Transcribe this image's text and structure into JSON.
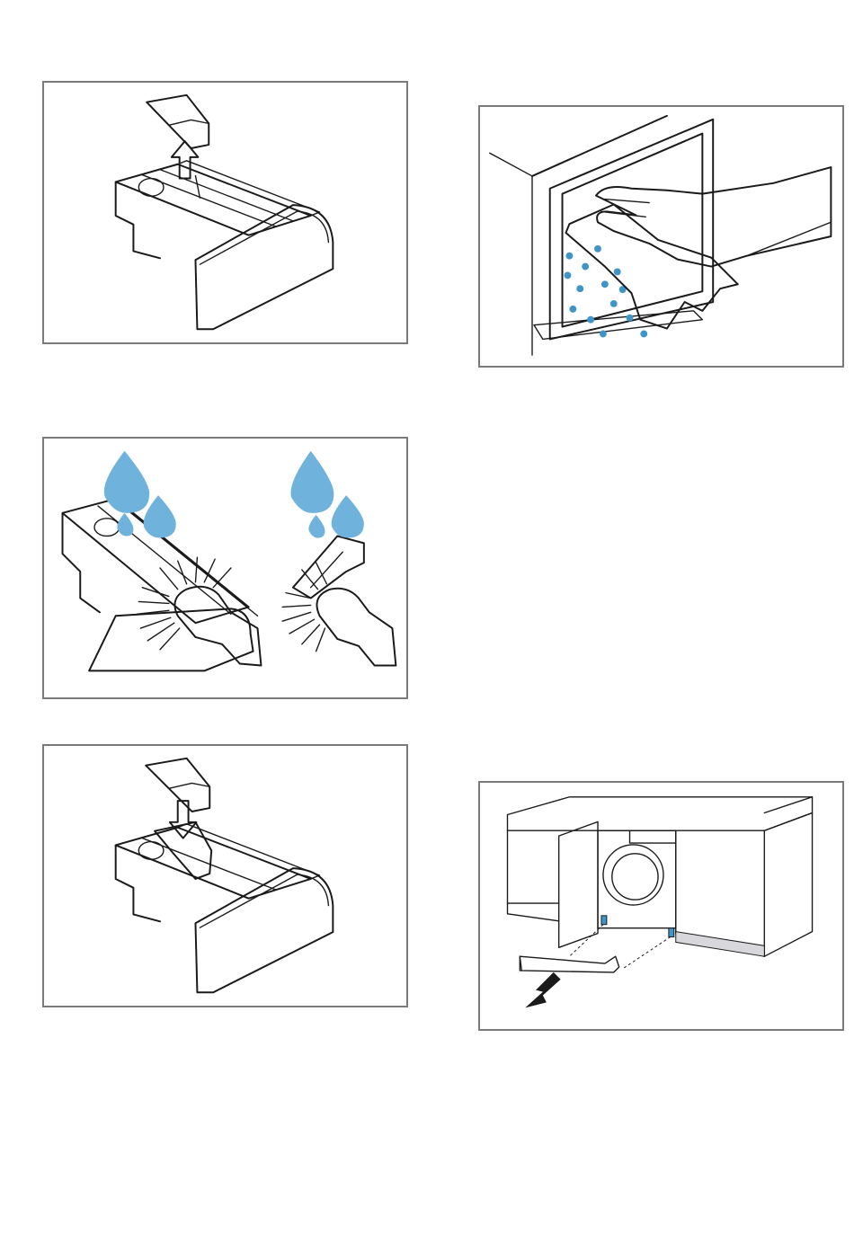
{
  "figures": [
    {
      "id": "remove-siphon",
      "icon": "dispenser-drawer-siphon-removal-illustration"
    },
    {
      "id": "wipe-dispenser-housing",
      "icon": "hand-wiping-cloth-illustration"
    },
    {
      "id": "clean-drawer-and-siphon",
      "icon": "brush-water-cleaning-illustration"
    },
    {
      "id": "reinsert-siphon",
      "icon": "siphon-insertion-illustration"
    },
    {
      "id": "remove-kickplate",
      "icon": "built-in-washer-kickplate-illustration"
    }
  ],
  "colors": {
    "accent_blue": "#3f95c8",
    "water_blue": "#6fb3dc",
    "drawer_grey": "#e6e6ea",
    "frame_border": "#7a7a7a"
  }
}
